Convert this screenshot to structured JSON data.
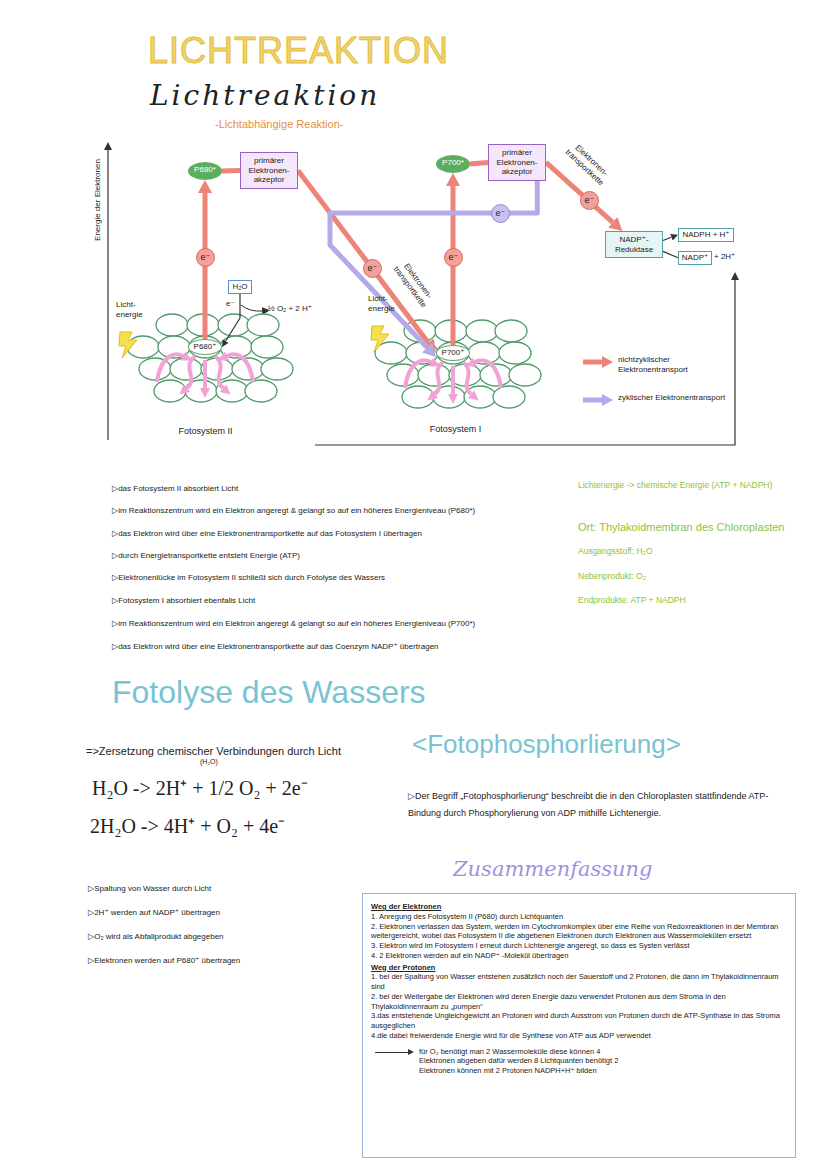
{
  "diagram": {
    "title": "LICHTREAKTION",
    "nodes": [
      {
        "text": [
          "P680*"
        ]
      },
      {
        "text": [
          "primärer Elektronen-akzeptor"
        ]
      },
      {
        "text": [
          "P700*"
        ]
      },
      {
        "text": [
          "primärer Elektronen-akzeptor"
        ]
      },
      {
        "text": [
          "NADP⁺-Reduktase"
        ]
      },
      {
        "text": [
          "NADPH + H⁺"
        ]
      },
      {
        "text": [
          "NADP⁺",
          "+ 2H⁺"
        ]
      },
      {
        "text": [
          "H₂O"
        ]
      },
      {
        "text": [
          "Fotosystem II"
        ]
      },
      {
        "text": [
          "P680⁺"
        ],
        "in": 8
      },
      {
        "text": [
          "Fotosystem I"
        ]
      },
      {
        "text": [
          "P700⁺"
        ],
        "in": 10
      },
      {
        "text": [
          "Zusammenfassung",
          "Weg der Elektronen",
          "1. Anregung des Fotosystem II (P680) durch Lichtquanten",
          "2. Elektronen verlassen das System, werden im Cytochromkomplex über eine Reihe von Redoxreaktionen in der Membran weitergereicht, wobei das Fotosystem II die abgebenen Elektronen durch Elektronen aus Wassermolekülen ersetzt",
          "3. Elektron wird im Fotosystem I erneut durch Lichtenergie angeregt, so dass es Systen verlässt",
          "4. 2 Elektronen werden auf ein NADP⁺ -Molekül übertragen",
          "Weg der Protonen",
          "1. bei der Spaltung von Wasser entstehen zusätzlich noch der Sauerstoff und 2 Protonen, die dann im Thylakoidinnenraum sind",
          "2. bei der Weitergabe der Elektronen wird deren Energie dazu verwendet Protonen aus dem Stroma in den Thylakoidinnenraum zu „pumpen“",
          "3.das entstehende Ungleichgewicht an Protonen wird durch Ausstrom von Protonen durch die ATP-Synthase in das Stroma ausgeglichen",
          "4.die dabei freiwerdende Energie wird für die Synthese von ATP aus ADP verwendet",
          "für O₂ benötigt man 2 Wassermoleküle diese können 4 Elektronen abgeben dafür werden 8 Lichtquanten benötigt 2 Elektronen können mit 2 Protonen NADPH+H⁺ bilden"
        ]
      }
    ],
    "edges": [
      {
        "from": 9,
        "to": 0,
        "arrow": "to"
      },
      {
        "from": 0,
        "to": 1,
        "arrow": "none"
      },
      {
        "from": 1,
        "to": 11,
        "label": "Elektronen-transportkette",
        "arrow": "to"
      },
      {
        "from": 11,
        "to": 2,
        "arrow": "to"
      },
      {
        "from": 2,
        "to": 3,
        "arrow": "none"
      },
      {
        "from": 3,
        "to": 4,
        "label": "Elektronen-transportkette",
        "arrow": "to"
      },
      {
        "from": 3,
        "to": 11,
        "arrow": "to"
      },
      {
        "from": 4,
        "to": 5,
        "arrow": "to"
      },
      {
        "from": 6,
        "to": 4,
        "arrow": "none"
      },
      {
        "from": 7,
        "to": 9,
        "arrow": "to"
      }
    ],
    "labels": [
      "Lichtreaktion",
      "-Lichtabhängige Reaktion-",
      "Energie der Elektronen",
      "e⁻",
      "e⁻",
      "½ O₂ + 2 H⁺",
      "Licht-energie",
      "e⁻",
      "e⁻",
      "Licht-energie",
      "e⁻",
      "e⁻",
      "▷das Fotosystem II absorbiert Licht",
      "▷im Reaktionszentrum wird ein Elektron angeregt & gelangt so auf ein höheres Energieniveau (P680*)",
      "▷das Elektron wird über eine Elektronentransportkette auf das Fotosystem I übertragen",
      "▷durch Energietransportkette entsteht Energie (ATP)",
      "▷Elektronenlücke im Fotosystem II schließt sich durch Fotolyse des Wassers",
      "▷Fotosystem I absorbiert ebenfalls Licht",
      "▷im Reaktionszentrum wird ein Elektron angeregt & gelangt so auf ein höheres Energieniveau (P700*)",
      "▷das Elektron wird über eine Elektronentransportkette auf das Coenzym NADP⁺ übertragen",
      "Lichtenergie -> chemische Energie (ATP + NADPH)",
      "Ort: Thylakoidmembran des Chloroplasten",
      "Ausgangsstoff: H₂O",
      "Nebenprodukt: O₂",
      "Endprodukte: ATP + NADPH",
      "Fotolyse des Wassers",
      "=>Zersetzung chemischer Verbindungen durch Licht",
      "(H₂O)",
      "H₂O -> 2H⁺ + 1/2 O₂ + 2e⁻",
      "2H₂O -> 4H⁺ + O₂ + 4e⁻",
      "▷Spaltung von Wasser durch Licht",
      "▷2H⁺ werden auf NADP⁺ übertragen",
      "▷O₂ wird als Abfallprodukt abgegeben",
      "▷Elektronen werden auf P680⁺ übertragen",
      "<Fotophosphorlierung>",
      "▷Der Begriff „Fotophosphorlierung“ beschreibt die in den Chloroplasten stattfindende ATP-Bindung durch Phosphorylierung von ADP mithilfe Lichtenergie."
    ],
    "legend": [
      {
        "text": "nichtzyklischer Elektronentransport"
      },
      {
        "text": "zyklischer Elektronentransport"
      }
    ]
  }
}
